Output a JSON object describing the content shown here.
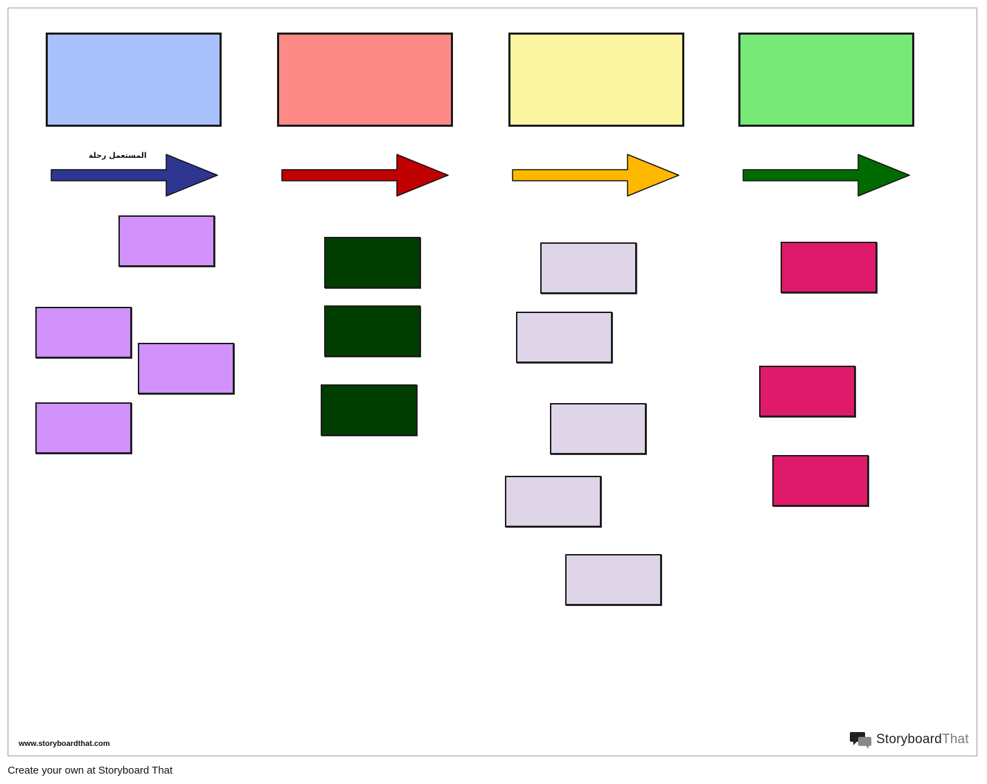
{
  "colors": {
    "stage_boxes": [
      "#a8c1fd",
      "#fe8a87",
      "#fbf4a0",
      "#77e976"
    ],
    "arrows": [
      "#2e3691",
      "#c00000",
      "#ffb800",
      "#006b00"
    ],
    "cards_stage1": "#d192fc",
    "cards_stage2": "#003e00",
    "cards_stage3": "#dfd5e8",
    "cards_stage4": "#e01a6a"
  },
  "labels": {
    "journey": "المستعمل رحلة"
  },
  "footer": {
    "url": "www.storyboardthat.com",
    "brand_main": "Storyboard",
    "brand_light": "That",
    "caption": "Create your own at Storyboard That"
  },
  "icons": {
    "brand": "speech-bubbles-icon"
  }
}
